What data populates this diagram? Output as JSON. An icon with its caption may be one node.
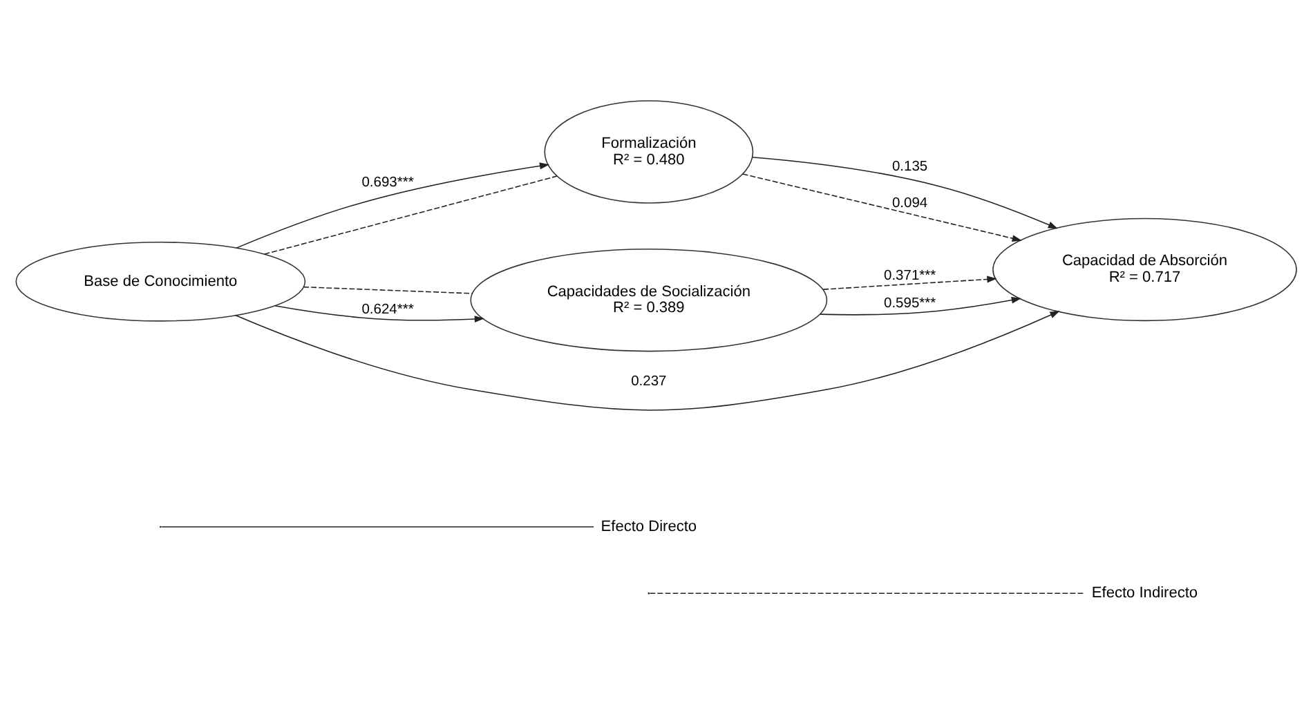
{
  "diagram": {
    "nodes": [
      {
        "text": [
          "Base de Conocimiento"
        ]
      },
      {
        "text": [
          "Formalización",
          "R² = 0.480"
        ]
      },
      {
        "text": [
          "Capacidades de Socialización",
          "R² = 0.389"
        ]
      },
      {
        "text": [
          "Capacidad de Absorción",
          "R² = 0.717"
        ]
      }
    ],
    "edges": [
      {
        "from": 0,
        "to": 1,
        "arrow": "to",
        "label": "0.693***"
      },
      {
        "from": 0,
        "to": 1,
        "arrow": "none",
        "style": "dashed"
      },
      {
        "from": 1,
        "to": 3,
        "arrow": "to",
        "label": "0.135"
      },
      {
        "from": 1,
        "to": 3,
        "arrow": "to",
        "style": "dashed",
        "label": "0.094"
      },
      {
        "from": 0,
        "to": 2,
        "arrow": "none",
        "style": "dashed"
      },
      {
        "from": 0,
        "to": 2,
        "arrow": "to",
        "label": "0.624***"
      },
      {
        "from": 2,
        "to": 3,
        "arrow": "to",
        "style": "dashed",
        "label": "0.371***"
      },
      {
        "from": 2,
        "to": 3,
        "arrow": "to",
        "label": "0.595***"
      },
      {
        "from": 0,
        "to": 3,
        "arrow": "to",
        "label": "0.237"
      }
    ],
    "legend": [
      {
        "text": "Efecto Directo"
      },
      {
        "text": "Efecto Indirecto"
      }
    ]
  }
}
